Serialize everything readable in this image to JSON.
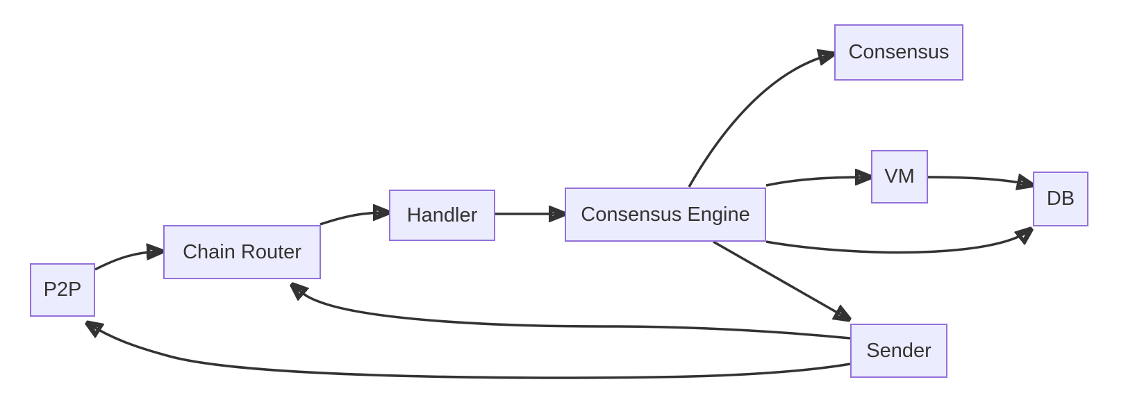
{
  "diagram": {
    "type": "flowchart",
    "direction": "left-to-right",
    "background_color": "#ffffff",
    "node_fill_color": "#ECECFF",
    "node_border_color": "#9370DB",
    "edge_color": "#333333",
    "text_color": "#333333",
    "nodes": [
      {
        "id": "p2p",
        "label": "P2P"
      },
      {
        "id": "chain_router",
        "label": "Chain Router"
      },
      {
        "id": "handler",
        "label": "Handler"
      },
      {
        "id": "consensus_engine",
        "label": "Consensus Engine"
      },
      {
        "id": "consensus",
        "label": "Consensus"
      },
      {
        "id": "vm",
        "label": "VM"
      },
      {
        "id": "db",
        "label": "DB"
      },
      {
        "id": "sender",
        "label": "Sender"
      }
    ],
    "edges": [
      {
        "from": "p2p",
        "to": "chain_router"
      },
      {
        "from": "chain_router",
        "to": "handler"
      },
      {
        "from": "handler",
        "to": "consensus_engine"
      },
      {
        "from": "consensus_engine",
        "to": "consensus"
      },
      {
        "from": "consensus_engine",
        "to": "vm"
      },
      {
        "from": "vm",
        "to": "db"
      },
      {
        "from": "consensus_engine",
        "to": "db"
      },
      {
        "from": "consensus_engine",
        "to": "sender"
      },
      {
        "from": "sender",
        "to": "chain_router"
      },
      {
        "from": "sender",
        "to": "p2p"
      }
    ]
  }
}
